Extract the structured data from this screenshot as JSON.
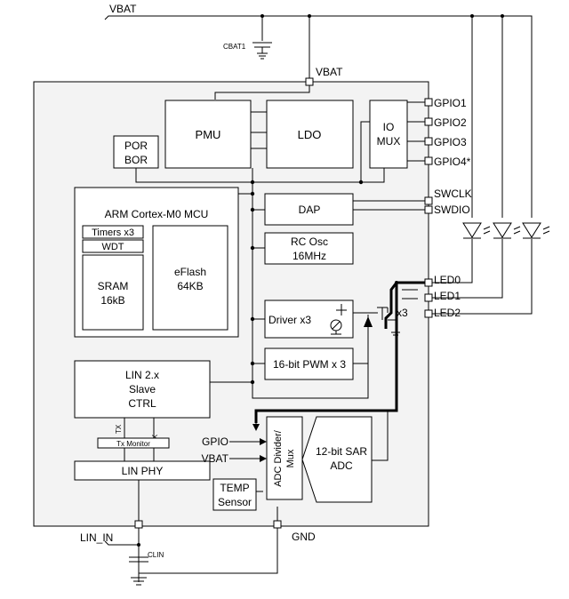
{
  "supply": {
    "vbat_top": "VBAT",
    "vbat_chip": "VBAT",
    "cbat": "CBAT1",
    "gnd": "GND",
    "lin_in": "LIN_IN",
    "clin": "CLIN"
  },
  "blocks": {
    "pmu": "PMU",
    "ldo": "LDO",
    "io_mux": [
      "IO",
      "MUX"
    ],
    "por_bor": [
      "POR",
      "BOR"
    ],
    "mcu_title": "ARM Cortex-M0 MCU",
    "timers": "Timers x3",
    "wdt": "WDT",
    "sram": [
      "SRAM",
      "16kB"
    ],
    "eflash": [
      "eFlash",
      "64KB"
    ],
    "dap": "DAP",
    "rc_osc": [
      "RC Osc",
      "16MHz"
    ],
    "driver": "Driver x3",
    "pwm": "16-bit PWM x 3",
    "lin_ctrl": [
      "LIN 2.x",
      "Slave",
      "CTRL"
    ],
    "tx": "TX",
    "rx": "RX",
    "tx_monitor": "Tx Monitor",
    "lin_phy": "LIN PHY",
    "adc_mux": [
      "ADC Divider/",
      "Mux"
    ],
    "sar_adc": [
      "12-bit SAR",
      "ADC"
    ],
    "temp_sensor": [
      "TEMP",
      "Sensor"
    ],
    "x3": "x3"
  },
  "pins": {
    "gpio": [
      "GPIO1",
      "GPIO2",
      "GPIO3",
      "GPIO4*"
    ],
    "swclk": "SWCLK",
    "swdio": "SWDIO",
    "led": [
      "LED0",
      "LED1",
      "LED2"
    ],
    "adc_inputs": [
      "GPIO",
      "VBAT"
    ]
  }
}
